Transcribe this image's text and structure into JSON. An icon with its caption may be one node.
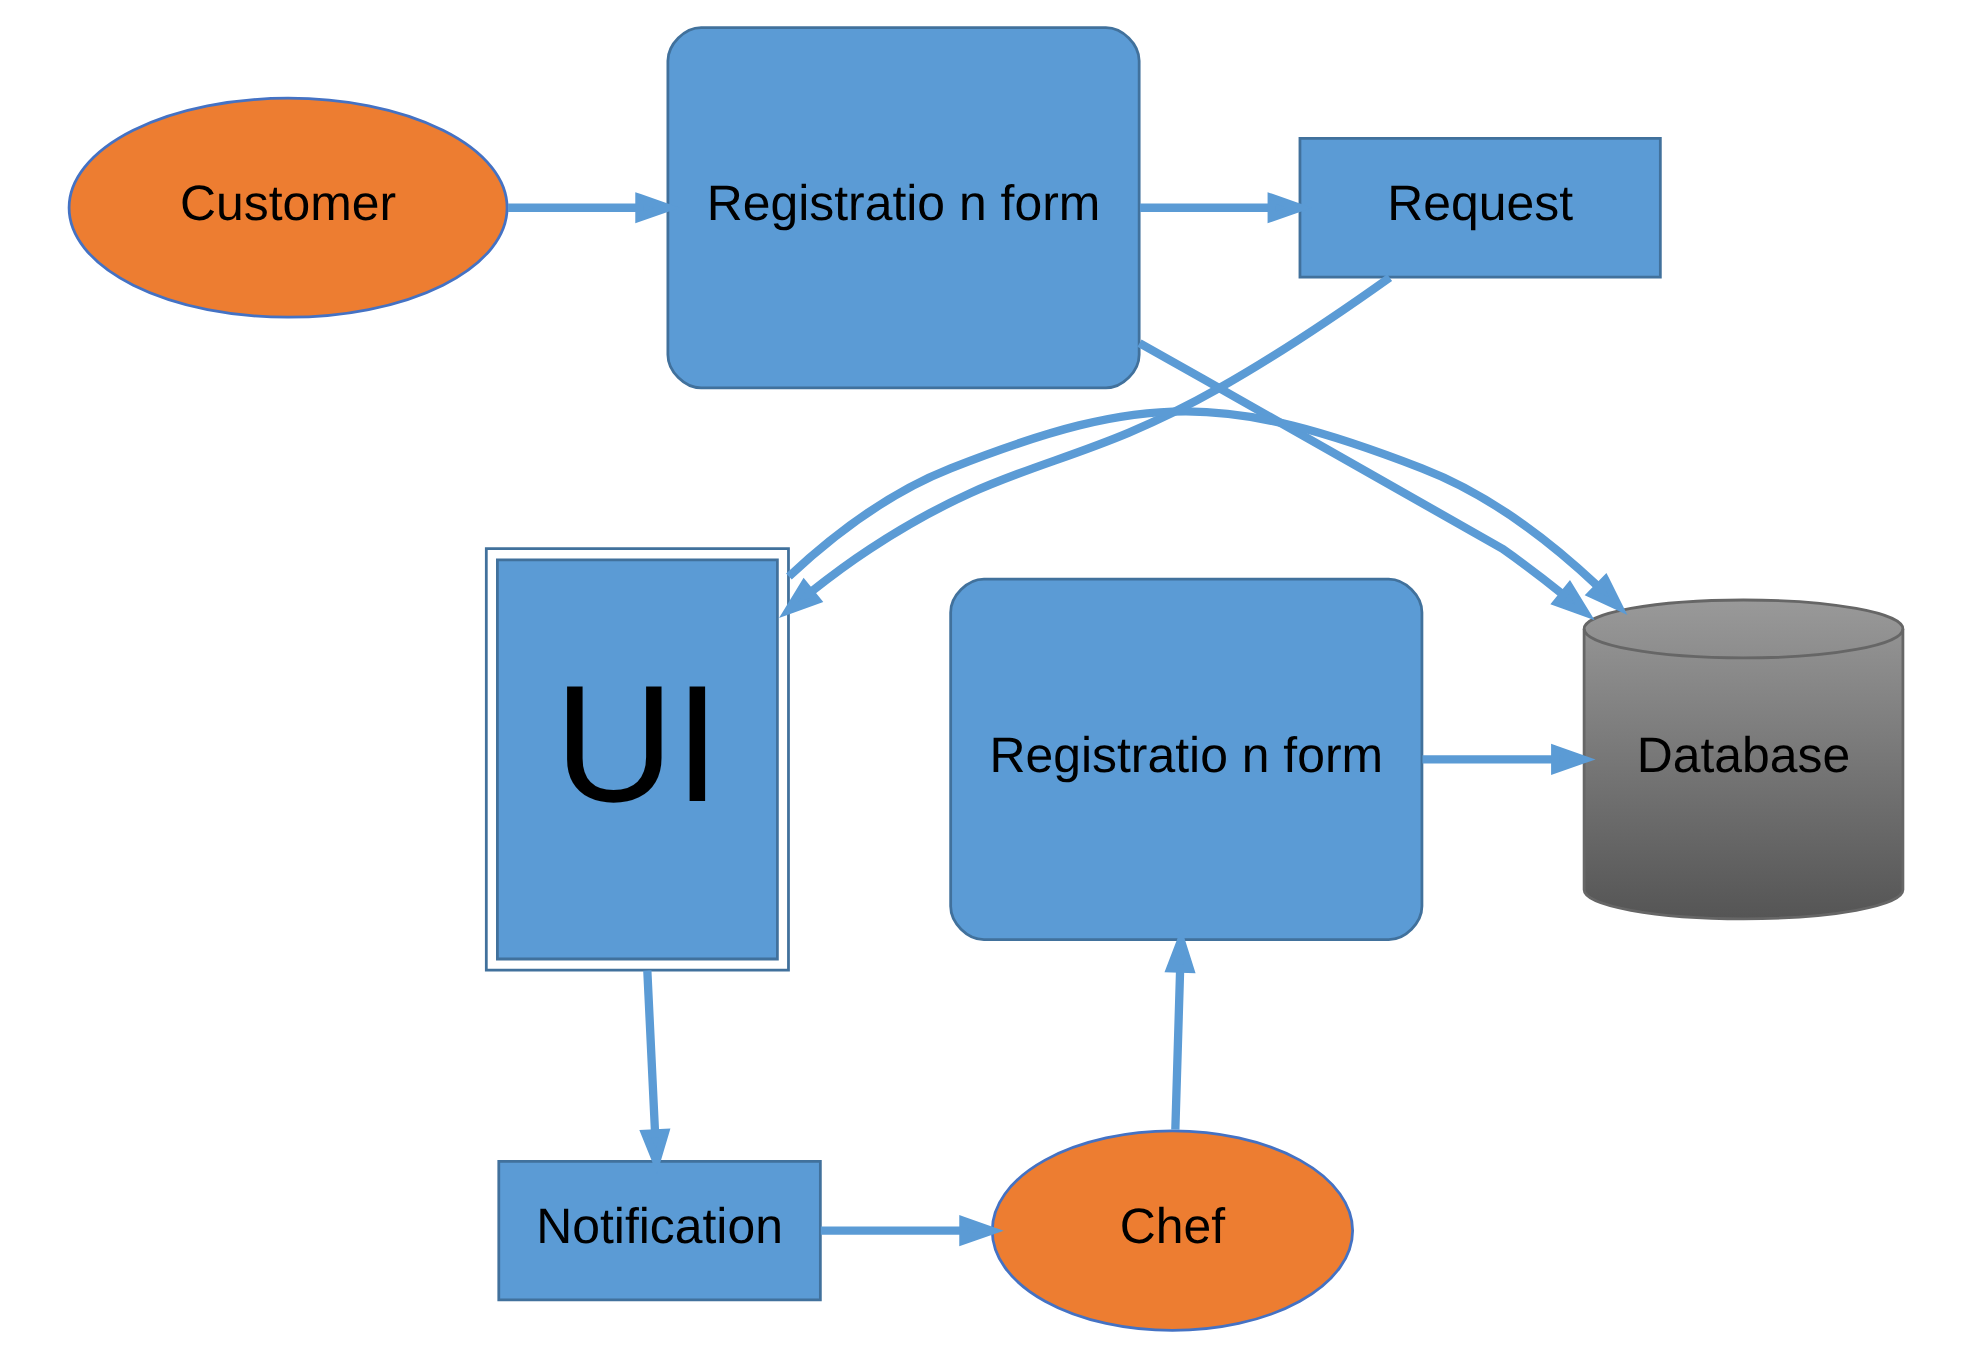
{
  "diagram": {
    "nodes": [
      {
        "text": [
          "Customer"
        ]
      },
      {
        "text": [
          "Registratio n form"
        ]
      },
      {
        "text": [
          "Request"
        ]
      },
      {
        "text": [
          "UI"
        ]
      },
      {
        "text": [
          "Registratio n form"
        ]
      },
      {
        "text": [
          "Database"
        ]
      },
      {
        "text": [
          "Notification"
        ]
      },
      {
        "text": [
          "Chef"
        ]
      }
    ],
    "edges": [
      {
        "from": 0,
        "to": 1,
        "arrow": "to"
      },
      {
        "from": 1,
        "to": 2,
        "arrow": "to"
      },
      {
        "from": 2,
        "to": 3,
        "arrow": "to"
      },
      {
        "from": 1,
        "to": 5,
        "arrow": "to"
      },
      {
        "from": 4,
        "to": 5,
        "arrow": "to"
      },
      {
        "from": 3,
        "to": 5,
        "arrow": "to"
      },
      {
        "from": 3,
        "to": 6,
        "arrow": "to"
      },
      {
        "from": 6,
        "to": 7,
        "arrow": "to"
      },
      {
        "from": 7,
        "to": 4,
        "arrow": "to"
      }
    ]
  }
}
